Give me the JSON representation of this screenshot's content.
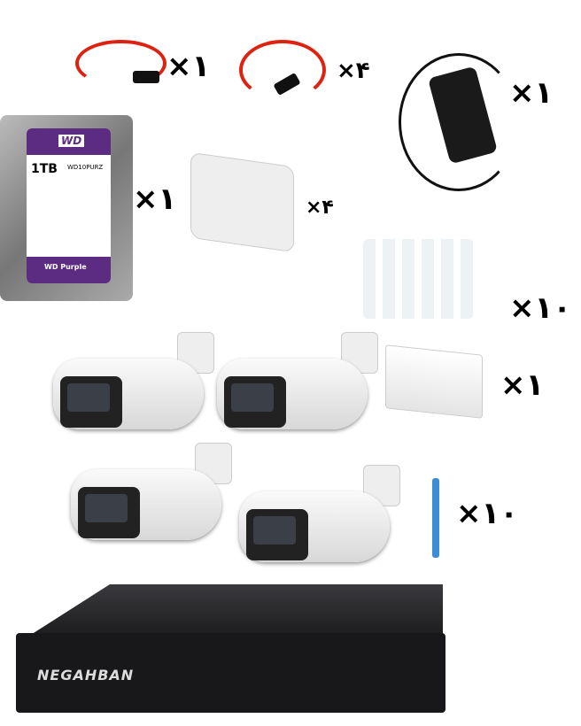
{
  "items": [
    {
      "name": "power-adapter-cable-female",
      "qty": "×۱"
    },
    {
      "name": "power-cable-male",
      "qty": "×۴"
    },
    {
      "name": "power-supply",
      "qty": "×۱"
    },
    {
      "name": "hard-drive",
      "qty": "×۱",
      "label": {
        "brand": "WD",
        "capacity": "1TB",
        "model": "WD10PURZ",
        "line": "WD Purple"
      }
    },
    {
      "name": "junction-box",
      "qty": "×۴"
    },
    {
      "name": "rj45-connectors",
      "qty": "×۱۰"
    },
    {
      "name": "network-switch",
      "qty": "×۱"
    },
    {
      "name": "network-cable",
      "qty": "×۱۰"
    }
  ],
  "dvr": {
    "brand": "NEGAHBAN"
  },
  "colors": {
    "purple": "#5b2c82",
    "cable_red": "#d21",
    "dvr": "#1c1c1e",
    "cable_blue": "#3b8ed6"
  }
}
